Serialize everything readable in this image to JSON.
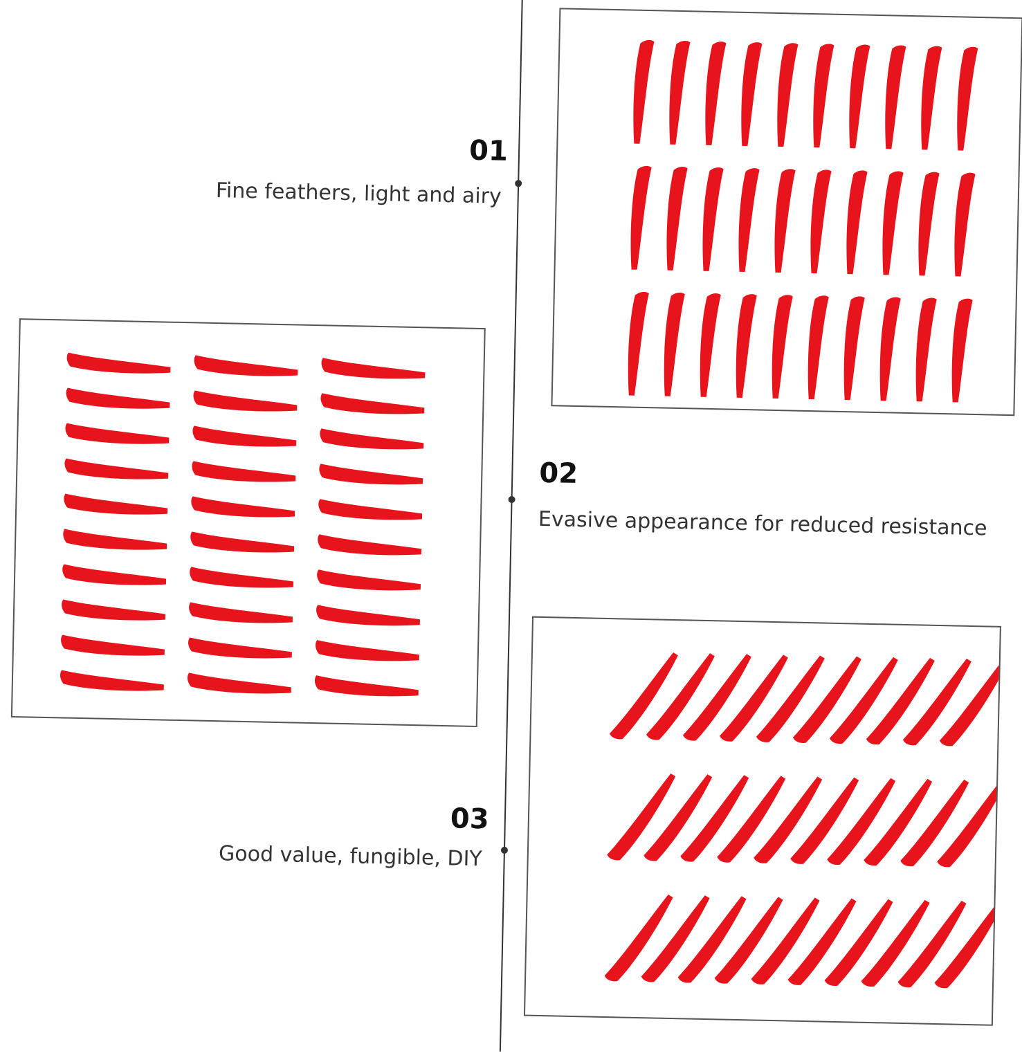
{
  "features": [
    {
      "number": "01",
      "text": "Fine feathers, light and airy"
    },
    {
      "number": "02",
      "text": "Evasive appearance for reduced resistance"
    },
    {
      "number": "03",
      "text": "Good value, fungible, DIY"
    }
  ],
  "colors": {
    "feather": "#e8141c",
    "line": "#333333"
  },
  "panels": [
    {
      "name": "upright-feathers",
      "rows": 3,
      "cols": 10,
      "orientation": "upright"
    },
    {
      "name": "horizontal-feathers",
      "rows": 10,
      "cols": 3,
      "orientation": "horizontal"
    },
    {
      "name": "diagonal-feathers",
      "rows": 3,
      "cols": 10,
      "orientation": "diagonal"
    }
  ]
}
